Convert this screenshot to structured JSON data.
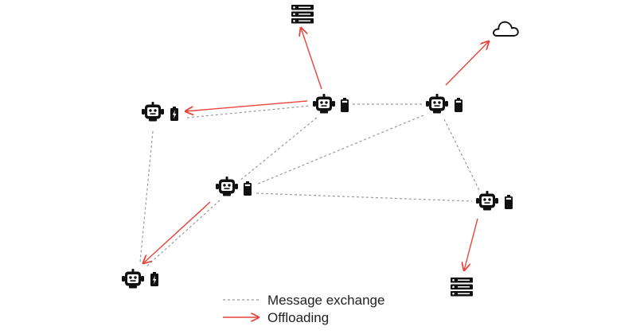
{
  "legend": {
    "message_label": "Message exchange",
    "offload_label": "Offloading"
  },
  "colors": {
    "message": "#9a9a9a",
    "offload": "#e8443a",
    "icon": "#111111",
    "text": "#222222"
  },
  "nodes": [
    {
      "id": "robot-left-top",
      "kind": "robot",
      "battery": "charging"
    },
    {
      "id": "robot-center-top",
      "kind": "robot",
      "battery": "full"
    },
    {
      "id": "robot-right-top",
      "kind": "robot",
      "battery": "full"
    },
    {
      "id": "robot-center",
      "kind": "robot",
      "battery": "full"
    },
    {
      "id": "robot-right-bottom",
      "kind": "robot",
      "battery": "full"
    },
    {
      "id": "robot-left-bottom",
      "kind": "robot",
      "battery": "charging"
    },
    {
      "id": "server-top",
      "kind": "server-icon"
    },
    {
      "id": "cloud",
      "kind": "cloud-icon"
    },
    {
      "id": "server-bottom",
      "kind": "server-icon"
    }
  ],
  "message_links": [
    [
      "robot-left-top",
      "robot-center-top"
    ],
    [
      "robot-center-top",
      "robot-right-top"
    ],
    [
      "robot-left-top",
      "robot-left-bottom"
    ],
    [
      "robot-center-top",
      "robot-center"
    ],
    [
      "robot-right-top",
      "robot-center"
    ],
    [
      "robot-right-top",
      "robot-right-bottom"
    ],
    [
      "robot-center",
      "robot-right-bottom"
    ],
    [
      "robot-center",
      "robot-left-bottom"
    ]
  ],
  "offload_links": [
    [
      "robot-center-top",
      "robot-left-top"
    ],
    [
      "robot-center-top",
      "server-top"
    ],
    [
      "robot-right-top",
      "cloud"
    ],
    [
      "robot-center",
      "robot-left-bottom"
    ],
    [
      "robot-right-bottom",
      "server-bottom"
    ]
  ]
}
